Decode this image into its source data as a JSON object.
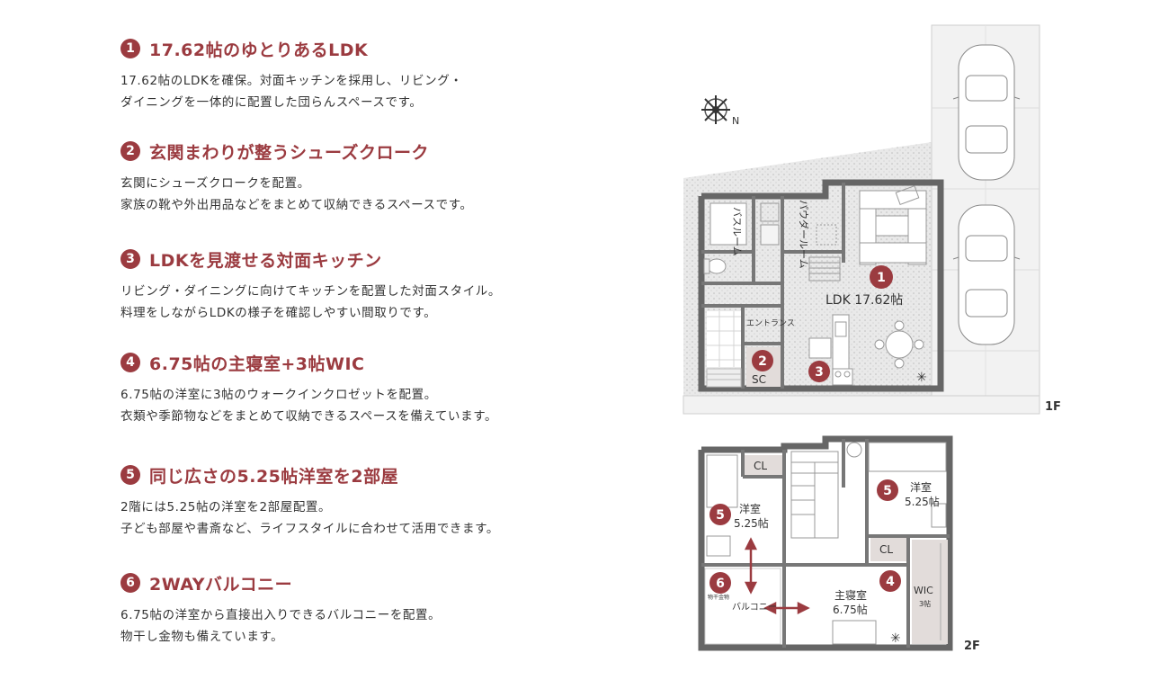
{
  "accent_color": "#9b3b40",
  "features": [
    {
      "num": "1",
      "title": "17.62帖のゆとりあるLDK",
      "lines": [
        "17.62帖のLDKを確保。対面キッチンを採用し、リビング・",
        "ダイニングを一体的に配置した団らんスペースです。"
      ]
    },
    {
      "num": "2",
      "title": "玄関まわりが整うシューズクローク",
      "lines": [
        "玄関にシューズクロークを配置。",
        "家族の靴や外出用品などをまとめて収納できるスペースです。"
      ]
    },
    {
      "num": "3",
      "title": "LDKを見渡せる対面キッチン",
      "lines": [
        "リビング・ダイニングに向けてキッチンを配置した対面スタイル。",
        "料理をしながらLDKの様子を確認しやすい間取りです。"
      ]
    },
    {
      "num": "4",
      "title": "6.75帖の主寝室+3帖WIC",
      "lines": [
        "6.75帖の洋室に3帖のウォークインクロゼットを配置。",
        "衣類や季節物などをまとめて収納できるスペースを備えています。"
      ]
    },
    {
      "num": "5",
      "title": "同じ広さの5.25帖洋室を2部屋",
      "lines": [
        "2階には5.25帖の洋室を2部屋配置。",
        "子ども部屋や書斎など、ライフスタイルに合わせて活用できます。"
      ]
    },
    {
      "num": "6",
      "title": "2WAYバルコニー",
      "lines": [
        "6.75帖の洋室から直接出入りできるバルコニーを配置。",
        "物干し金物も備えています。"
      ]
    }
  ],
  "floor1": {
    "floor_label": "1F",
    "ldk_label": "LDK 17.62帖",
    "bath_label": "バスルーム",
    "powder_label": "パウダールーム",
    "entrance_label": "エントランス",
    "sc_label": "SC",
    "compass_n": "N"
  },
  "floor2": {
    "floor_label": "2F",
    "room5a_label": "洋室",
    "room5a_size": "5.25帖",
    "room5b_label": "洋室",
    "room5b_size": "5.25帖",
    "master_label": "主寝室",
    "master_size": "6.75帖",
    "cl_label": "CL",
    "wic_label": "WIC",
    "wic_size": "3帖",
    "balcony_label": "バルコニー",
    "hoshi_label": "物干金物"
  },
  "markers": [
    "1",
    "2",
    "3",
    "4",
    "5",
    "5",
    "6"
  ]
}
